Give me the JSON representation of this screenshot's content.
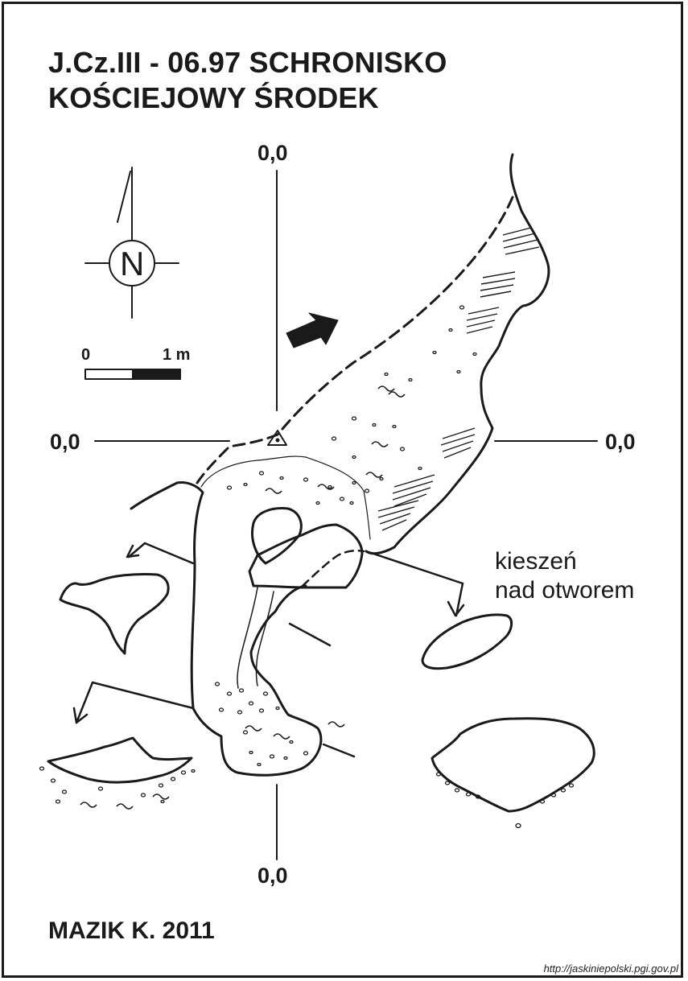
{
  "title": {
    "line1": "J.Cz.III - 06.97  SCHRONISKO",
    "line2": "KOŚCIEJOWY ŚRODEK"
  },
  "coordinates": {
    "top": "0,0",
    "left": "0,0",
    "right": "0,0",
    "bottom": "0,0"
  },
  "north_arrow": {
    "letter": "N",
    "icon": "north-arrow-icon"
  },
  "scale_bar": {
    "start_label": "0",
    "end_label": "1 m"
  },
  "annotation": {
    "line1": "kieszeń",
    "line2": "nad otworem"
  },
  "author": "MAZIK K. 2011",
  "source": "http://jaskiniepolski.pgi.gov.pl"
}
